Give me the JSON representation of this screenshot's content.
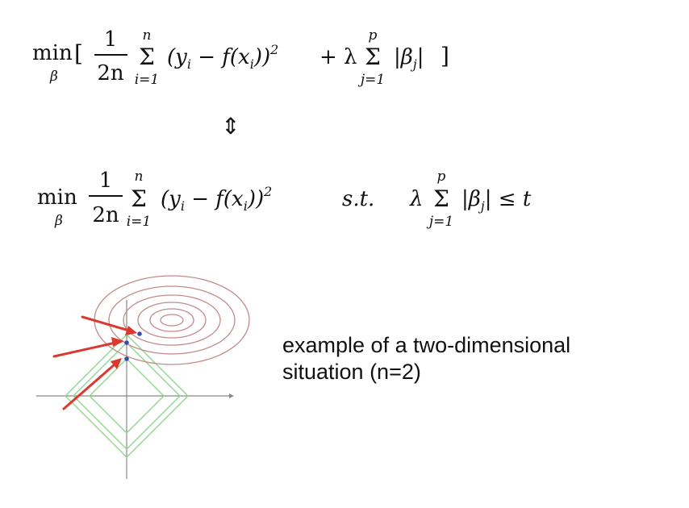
{
  "formula1": {
    "min": "min",
    "min_sub": "β",
    "bracket_open": "[",
    "frac_num": "1",
    "frac_den": "2n",
    "sum1_upper": "n",
    "sum1_lower": "i=1",
    "sum1_body": "(y",
    "sum1_body_sub": "i",
    "sum1_body_mid": " − f(x",
    "sum1_body_sub2": "i",
    "sum1_body_end": "))",
    "sum1_power": "2",
    "plus": "+ λ",
    "sum2_upper": "p",
    "sum2_lower": "j=1",
    "sum2_body": "|β",
    "sum2_body_sub": "j",
    "sum2_body_end": "|",
    "bracket_close": "]"
  },
  "equivalence_symbol": "⇕",
  "formula2": {
    "min": "min",
    "min_sub": "β",
    "frac_num": "1",
    "frac_den": "2n",
    "sum1_upper": "n",
    "sum1_lower": "i=1",
    "sum1_body": "(y",
    "sum1_body_sub": "i",
    "sum1_body_mid": " − f(x",
    "sum1_body_sub2": "i",
    "sum1_body_end": "))",
    "sum1_power": "2",
    "st": "s.t.",
    "lambda": "λ",
    "sum2_upper": "p",
    "sum2_lower": "j=1",
    "sum2_body": "|β",
    "sum2_body_sub": "j",
    "sum2_body_end": "| ≤ t"
  },
  "sigma": "Σ",
  "caption": {
    "line1": "example of a two-dimensional",
    "line2": "situation (n=2)"
  },
  "colors": {
    "contour": "#c48a8a",
    "diamond": "#8fd68f",
    "arrow": "#d9392f",
    "point": "#3a4ea8",
    "axis": "#888888"
  }
}
